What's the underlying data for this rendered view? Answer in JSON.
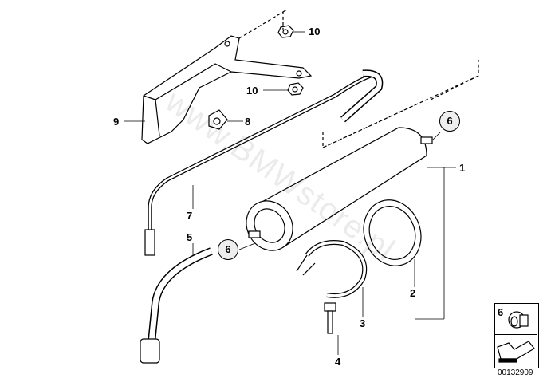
{
  "watermark": "www.BMWstore.pl",
  "callouts": [
    {
      "id": "10a",
      "text": "10"
    },
    {
      "id": "10b",
      "text": "10"
    },
    {
      "id": "9",
      "text": "9"
    },
    {
      "id": "8",
      "text": "8"
    },
    {
      "id": "6a",
      "text": "6"
    },
    {
      "id": "1",
      "text": "1"
    },
    {
      "id": "7",
      "text": "7"
    },
    {
      "id": "5",
      "text": "5"
    },
    {
      "id": "6b",
      "text": "6"
    },
    {
      "id": "2",
      "text": "2"
    },
    {
      "id": "3",
      "text": "3"
    },
    {
      "id": "4",
      "text": "4"
    }
  ],
  "inset": {
    "label": "6",
    "diagram_number": "00132909"
  }
}
